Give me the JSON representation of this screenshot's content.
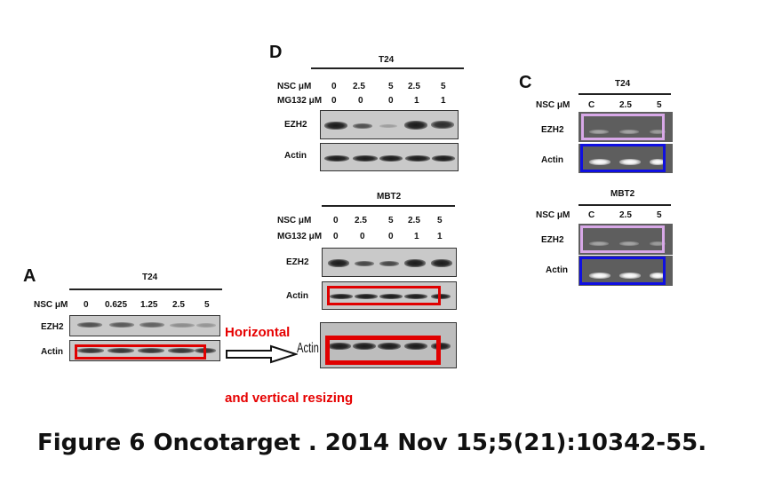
{
  "caption": "Figure 6 Oncotarget . 2014 Nov 15;5(21):10342-55.",
  "annotations": {
    "line1": "Horizontal",
    "line2": "and vertical resizing",
    "stretched_label": "Actin",
    "box_color": "#e00000"
  },
  "panel_a": {
    "letter": "A",
    "cell_line": "T24",
    "treatment_label": "NSC  μM",
    "doses": [
      "0",
      "0.625",
      "1.25",
      "2.5",
      "5"
    ],
    "rows": [
      "EZH2",
      "Actin"
    ]
  },
  "panel_d": {
    "letter": "D",
    "top": {
      "cell_line": "T24",
      "nsc_label": "NSC  μM",
      "nsc": [
        "0",
        "2.5",
        "5",
        "2.5",
        "5"
      ],
      "mg_label": "MG132  μM",
      "mg": [
        "0",
        "0",
        "0",
        "1",
        "1"
      ],
      "rows": [
        "EZH2",
        "Actin"
      ]
    },
    "bottom": {
      "cell_line": "MBT2",
      "nsc_label": "NSC  μM",
      "nsc": [
        "0",
        "2.5",
        "5",
        "2.5",
        "5"
      ],
      "mg_label": "MG132  μM",
      "mg": [
        "0",
        "0",
        "0",
        "1",
        "1"
      ],
      "rows": [
        "EZH2",
        "Actin"
      ]
    }
  },
  "panel_c": {
    "letter": "C",
    "top": {
      "cell_line": "T24",
      "nsc_label": "NSC  μM",
      "doses": [
        "C",
        "2.5",
        "5"
      ],
      "rows": [
        "EZH2",
        "Actin"
      ],
      "ezh2_box_color": "#d8a8e8",
      "actin_box_color": "#1010e0"
    },
    "bottom": {
      "cell_line": "MBT2",
      "nsc_label": "NSC  μM",
      "doses": [
        "C",
        "2.5",
        "5"
      ],
      "rows": [
        "EZH2",
        "Actin"
      ],
      "ezh2_box_color": "#d8a8e8",
      "actin_box_color": "#1010e0"
    }
  }
}
